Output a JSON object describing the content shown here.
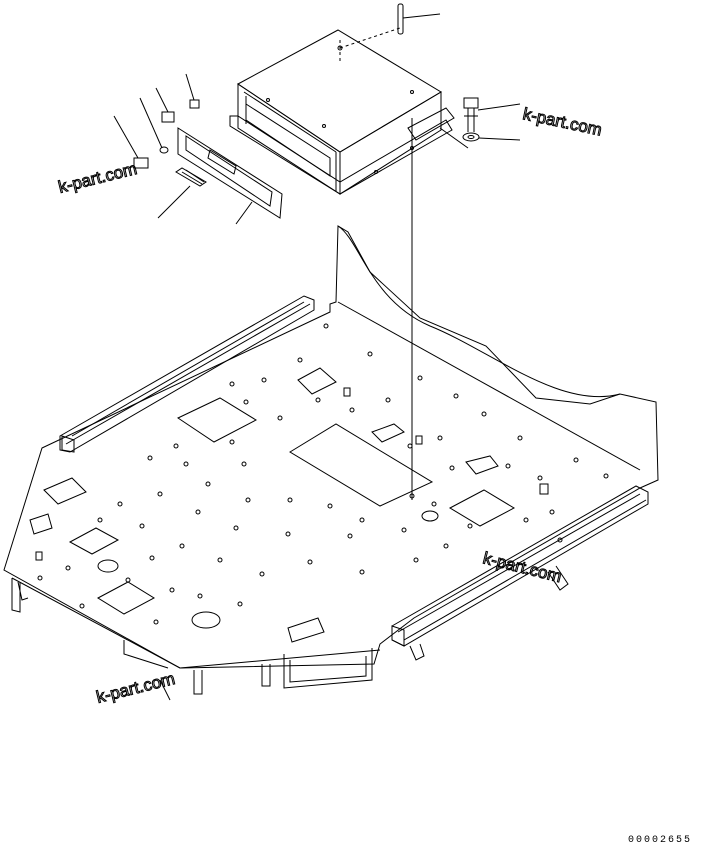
{
  "diagram": {
    "drawing_code": "00002655",
    "watermarks": [
      "k-part.com",
      "k-part.com",
      "k-part.com",
      "k-part.com"
    ],
    "colors": {
      "line": "#000000",
      "watermark": "#c8c8c8",
      "background": "#ffffff"
    }
  }
}
